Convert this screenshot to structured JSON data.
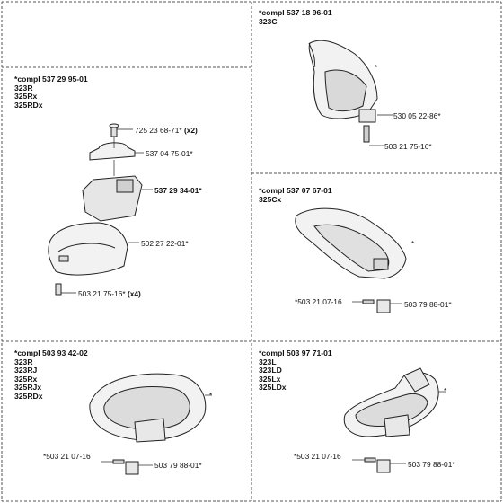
{
  "panels": {
    "p323c": {
      "header": "*compl 537 18 96-01",
      "models": [
        "323C"
      ],
      "labels": {
        "bracket": "530 05 22-86*",
        "screw": "503 21 75-16*",
        "guard": "*"
      }
    },
    "p323r": {
      "header": "*compl 537 29 95-01",
      "models": [
        "323R",
        "325Rx",
        "325RDx"
      ],
      "labels": {
        "bolt": "725 23 68-71*",
        "bolt_qty": "(x2)",
        "clamp": "537 04 75-01*",
        "holder": "537 29 34-01*",
        "guard": "502 27 22-01*",
        "screw": "503 21 75-16*",
        "screw_qty": "(x4)"
      }
    },
    "p325cx": {
      "header": "*compl 537 07 67-01",
      "models": [
        "325Cx"
      ],
      "labels": {
        "guard": "*",
        "screw": "*503 21 07-16",
        "plate": "503 79 88-01*"
      }
    },
    "p323rj": {
      "header": "*compl 503 93 42-02",
      "models": [
        "323R",
        "323RJ",
        "325Rx",
        "325RJx",
        "325RDx"
      ],
      "labels": {
        "guard": "*",
        "screw": "*503 21 07-16",
        "plate": "503 79 88-01*"
      }
    },
    "p323l": {
      "header": "*compl 503 97 71-01",
      "models": [
        "323L",
        "323LD",
        "325Lx",
        "325LDx"
      ],
      "labels": {
        "guard": "*",
        "screw": "*503 21 07-16",
        "plate": "503 79 88-01*"
      }
    }
  }
}
